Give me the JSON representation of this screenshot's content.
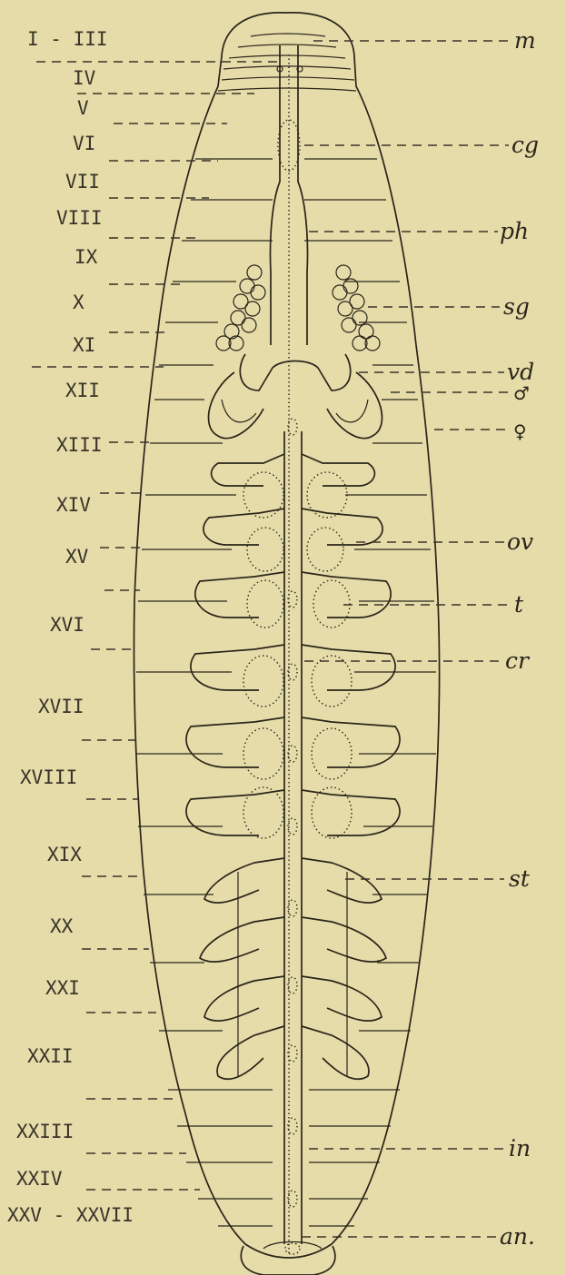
{
  "segments": [
    "I - III",
    "IV",
    "V",
    "VI",
    "VII",
    "VIII",
    "IX",
    "X",
    "XI",
    "XII",
    "XIII",
    "XIV",
    "XV",
    "XVI",
    "XVII",
    "XVIII",
    "XIX",
    "XX",
    "XXI",
    "XXII",
    "XXIII",
    "XXIV",
    "XXV - XXVII"
  ],
  "parts": [
    "m",
    "cg",
    "ph",
    "sg",
    "vd",
    "♂",
    "♀",
    "ov",
    "t",
    "cr",
    "st",
    "in",
    "an."
  ],
  "colors": {
    "paper": "#e6dcaa",
    "ink": "#2a2519"
  }
}
